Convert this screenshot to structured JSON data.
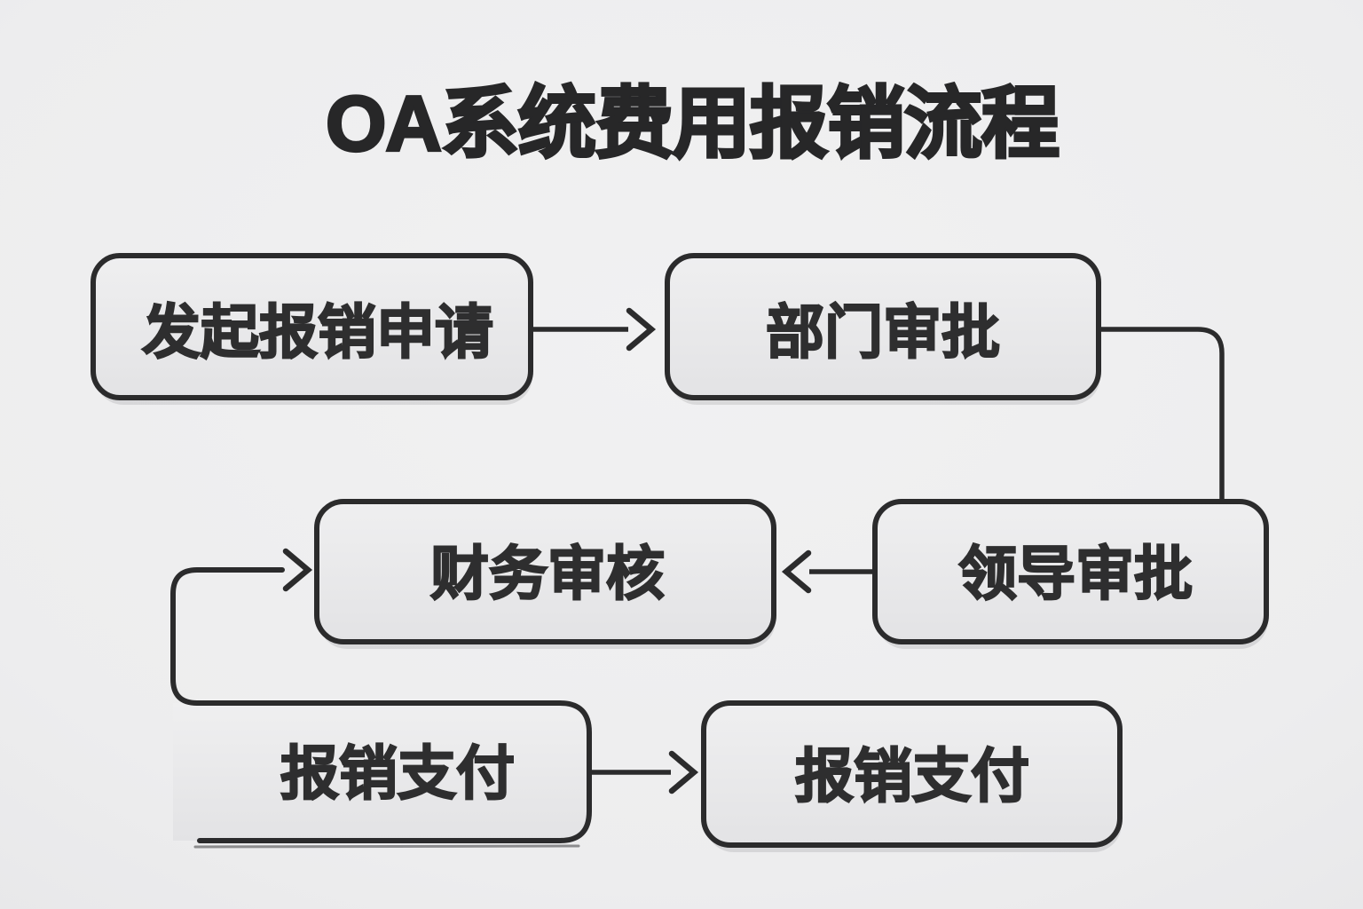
{
  "title": "OA系统费用报销流程",
  "nodes": [
    {
      "id": "start",
      "label": "发起报销申请"
    },
    {
      "id": "dept-approval",
      "label": "部门审批"
    },
    {
      "id": "leader-approval",
      "label": "领导审批"
    },
    {
      "id": "finance-review",
      "label": "财务审核"
    },
    {
      "id": "pay-left",
      "label": "报销支付"
    },
    {
      "id": "pay-right",
      "label": "报销支付"
    }
  ],
  "edges": [
    {
      "from": "start",
      "to": "dept-approval",
      "type": "straight-arrow-right"
    },
    {
      "from": "dept-approval",
      "to": "leader-approval",
      "type": "elbow-right-down"
    },
    {
      "from": "leader-approval",
      "to": "finance-review",
      "type": "straight-arrow-left"
    },
    {
      "from": "pay-left",
      "to": "finance-review",
      "type": "elbow-up-arrow-right"
    },
    {
      "from": "pay-left",
      "to": "pay-right",
      "type": "straight-arrow-right"
    }
  ],
  "colors": {
    "background": "#ededee",
    "box_fill": "#e9e9ea",
    "stroke": "#2b2b2c",
    "text": "#2e2e2f"
  }
}
